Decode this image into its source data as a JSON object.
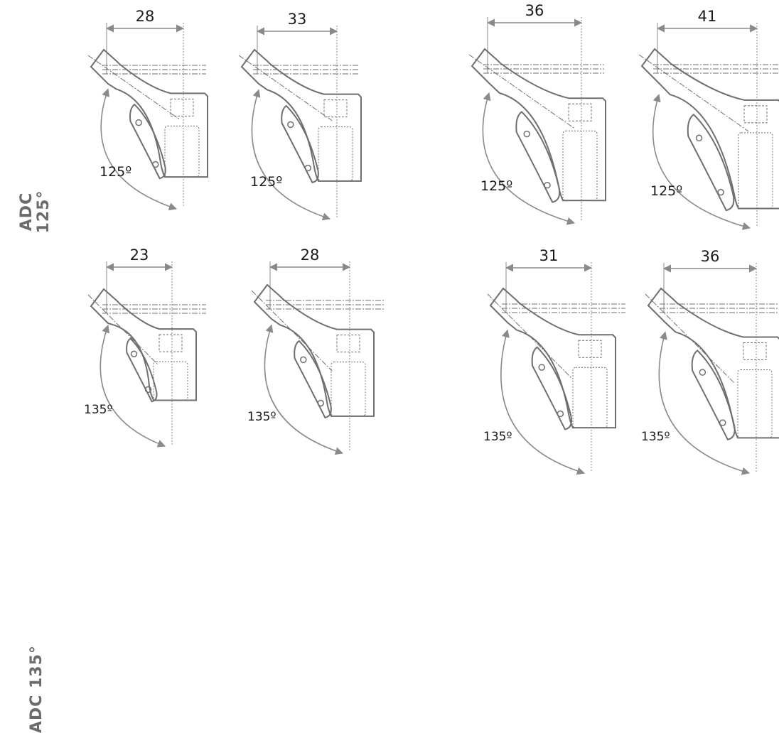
{
  "row_labels": {
    "row1": "ADC\n125°",
    "row2": "ADC 135°"
  },
  "figures": [
    {
      "row": 1,
      "dimension": "28",
      "angle": "125º"
    },
    {
      "row": 1,
      "dimension": "33",
      "angle": "125º"
    },
    {
      "row": 1,
      "dimension": "36",
      "angle": "125º"
    },
    {
      "row": 1,
      "dimension": "41",
      "angle": "125º"
    },
    {
      "row": 2,
      "dimension": "23",
      "angle": "135º"
    },
    {
      "row": 2,
      "dimension": "28",
      "angle": "135º"
    },
    {
      "row": 2,
      "dimension": "31",
      "angle": "135º"
    },
    {
      "row": 2,
      "dimension": "36",
      "angle": "135º"
    }
  ],
  "colors": {
    "outline": "#6f6f6f",
    "dimension_line": "#8a8a8a",
    "text": "#1a1a1a",
    "label": "#6b6b6b"
  }
}
